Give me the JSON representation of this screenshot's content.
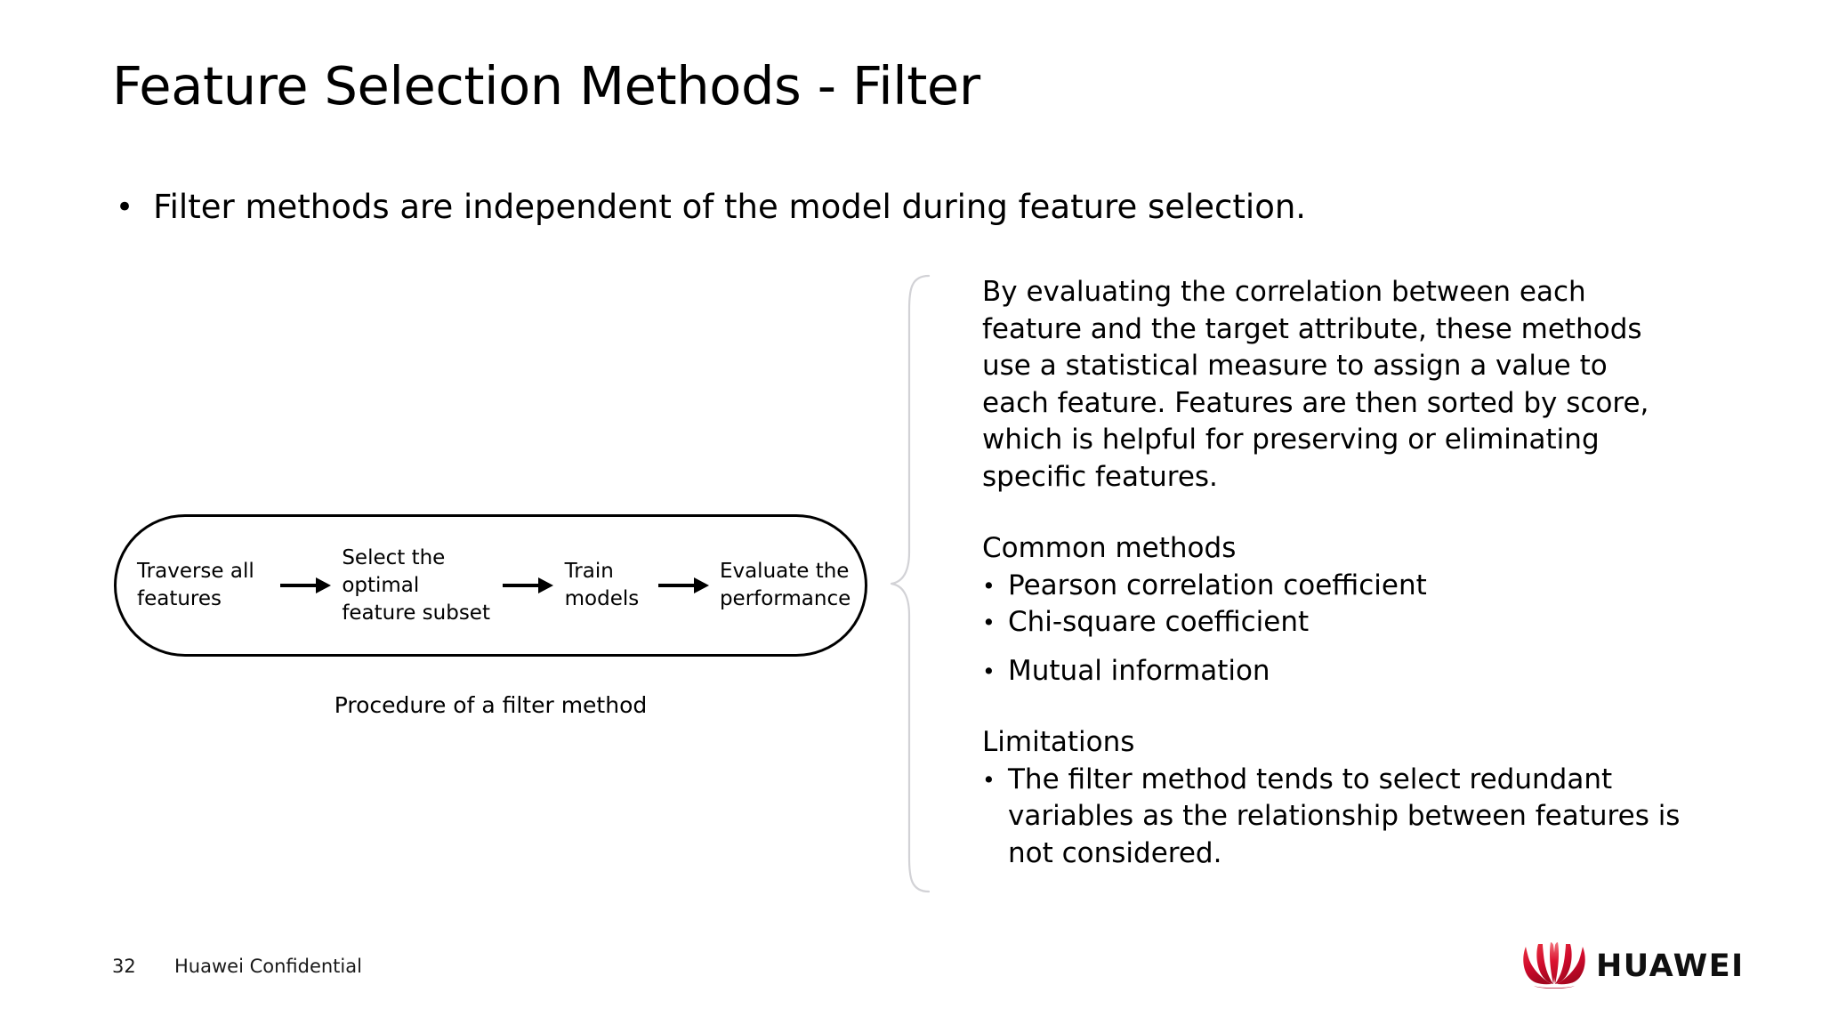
{
  "slide": {
    "title": "Feature Selection Methods - Filter",
    "lead_bullet": {
      "marker": "•",
      "text": "Filter methods are independent of the model during feature selection."
    }
  },
  "diagram": {
    "caption": "Procedure of a filter method",
    "arrow_icon": "right-arrow-icon",
    "steps": [
      {
        "label": "Traverse all features"
      },
      {
        "label": "Select the optimal feature subset"
      },
      {
        "label": "Train models"
      },
      {
        "label": "Evaluate the performance"
      }
    ]
  },
  "brace": {
    "icon": "curly-brace-icon",
    "color": "#d2d2d6"
  },
  "details": {
    "paragraph": "By evaluating the correlation between each feature and the target attribute, these methods use a statistical measure to assign a value to each feature. Features are then sorted by score, which is helpful for preserving or eliminating specific features.",
    "common_methods": {
      "heading": "Common methods",
      "bullet_marker": "•",
      "items": [
        "Pearson correlation coefficient",
        "Chi-square coefficient",
        "Mutual information"
      ]
    },
    "limitations": {
      "heading": "Limitations",
      "bullet_marker": "•",
      "items": [
        "The filter method tends to select redundant variables as the relationship between features is not considered."
      ]
    }
  },
  "footer": {
    "page_number": "32",
    "confidential_label": "Huawei Confidential",
    "logo": {
      "mark_icon": "huawei-flower-logo-icon",
      "wordmark": "HUAWEI",
      "brand_color": "#cf0a2c"
    }
  }
}
